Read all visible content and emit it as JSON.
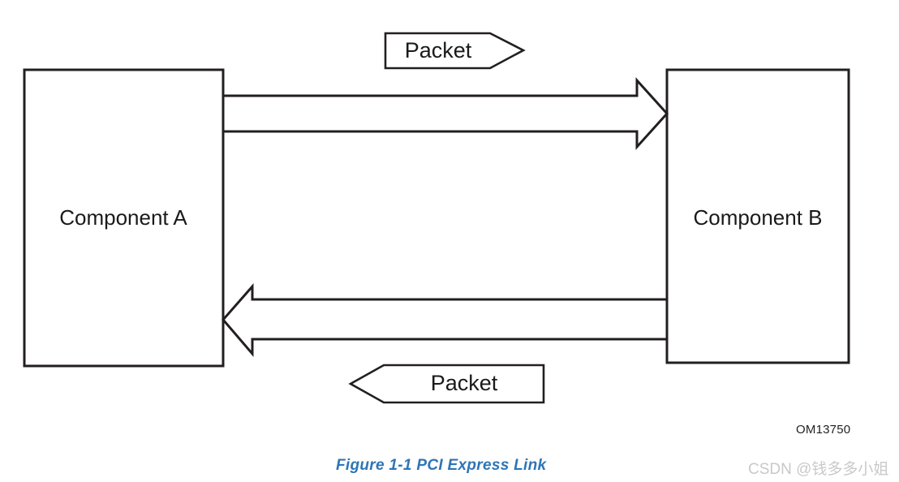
{
  "figure": {
    "caption": "Figure  1-1  PCI Express Link",
    "code_label": "OM13750",
    "watermark": "CSDN @钱多多小姐",
    "caption_color": "#2e75b6",
    "watermark_color": "#c9c9c9",
    "line_color": "#231f20",
    "background": "#ffffff"
  },
  "components": [
    {
      "id": "a",
      "label": "Component A"
    },
    {
      "id": "b",
      "label": "Component B"
    }
  ],
  "links": [
    {
      "id": "a-to-b",
      "direction": "right",
      "from": "Component A",
      "to": "Component B",
      "packet_label": "Packet"
    },
    {
      "id": "b-to-a",
      "direction": "left",
      "from": "Component B",
      "to": "Component A",
      "packet_label": "Packet"
    }
  ]
}
